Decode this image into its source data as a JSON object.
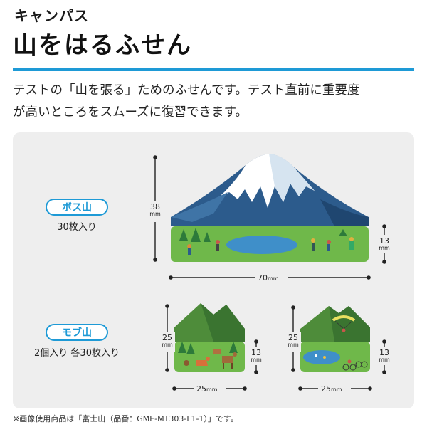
{
  "header": {
    "brand": "キャンパス",
    "title": "山をはるふせん"
  },
  "description": {
    "line1": "テストの「山を張る」ためのふせんです。テスト直前に重要度",
    "line2": "が高いところをスムーズに復習できます。"
  },
  "boss": {
    "badge": "ボス山",
    "count": "30枚入り",
    "height": "38",
    "width": "70",
    "band": "13",
    "unit": "mm"
  },
  "mob": {
    "badge": "モブ山",
    "count": "2個入り 各30枚入り",
    "left": {
      "height": "25",
      "width": "25",
      "band": "13",
      "unit": "mm"
    },
    "right": {
      "height": "25",
      "width": "25",
      "band": "13",
      "unit": "mm"
    }
  },
  "footnote": "※画像使用商品は「富士山（品番：GME-MT303-L1-1）」です。",
  "colors": {
    "accent": "#1e9ad6",
    "panel": "#eeeeee",
    "grass": "#6fb84a",
    "lake": "#3f8fc9",
    "mountain_blue": "#2c5b8c",
    "mountain_green": "#4e8c3a"
  }
}
